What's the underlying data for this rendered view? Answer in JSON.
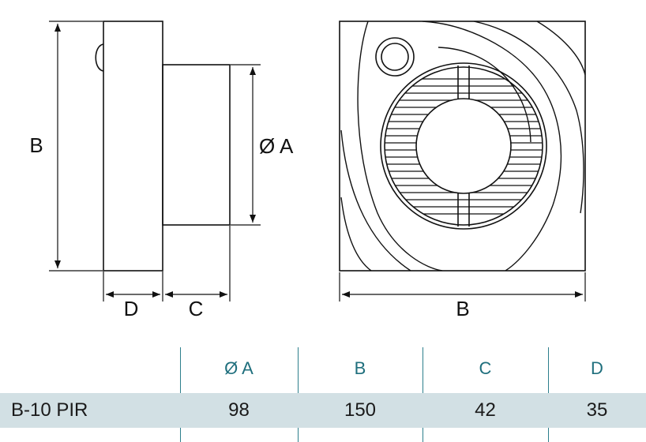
{
  "diagram": {
    "side_label_b": "B",
    "side_label_a": "Ø A",
    "side_label_d": "D",
    "side_label_c": "C",
    "front_label_b": "B"
  },
  "table": {
    "headers": [
      "Ø A",
      "B",
      "C",
      "D"
    ],
    "row": {
      "model": "B-10 PIR",
      "values": [
        "98",
        "150",
        "42",
        "35"
      ]
    },
    "accent_color": "#1f6f7d",
    "row_background": "#d2e0e4"
  }
}
